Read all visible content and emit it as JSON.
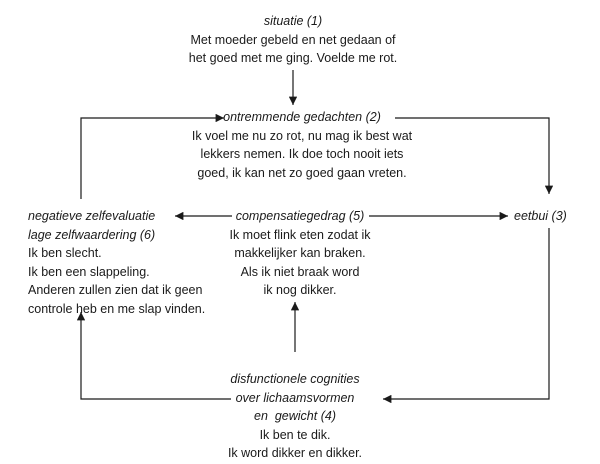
{
  "nodes": {
    "situatie": {
      "title": "situatie (1)",
      "lines": [
        "Met moeder gebeld en net gedaan of",
        "het goed met me ging. Voelde me rot."
      ]
    },
    "gedachten": {
      "title": "ontremmende gedachten (2)",
      "lines": [
        "Ik voel me nu zo rot, nu mag ik best wat",
        "lekkers nemen. Ik doe toch nooit iets",
        "goed, ik kan net zo goed gaan vreten."
      ]
    },
    "eetbui": {
      "title": "eetbui (3)"
    },
    "cognities": {
      "title_lines": [
        "disfunctionele cognities",
        "over lichaamsvormen",
        "en  gewicht (4)"
      ],
      "lines": [
        "Ik ben te dik.",
        "Ik word dikker en dikker."
      ]
    },
    "compensatie": {
      "title": "compensatiegedrag  (5)",
      "lines": [
        "Ik moet flink eten zodat ik",
        "makkelijker kan braken.",
        "Als ik niet braak word",
        "ik nog dikker."
      ]
    },
    "zelfevaluatie": {
      "title_lines": [
        "negatieve zelfevaluatie",
        "lage zelfwaardering (6)"
      ],
      "lines": [
        "Ik ben slecht.",
        "Ik ben een slappeling.",
        "Anderen zullen zien dat ik geen",
        "controle heb en me slap vinden."
      ]
    }
  },
  "colors": {
    "text": "#1a1a1a",
    "arrow": "#1a1a1a",
    "background": "#ffffff"
  }
}
